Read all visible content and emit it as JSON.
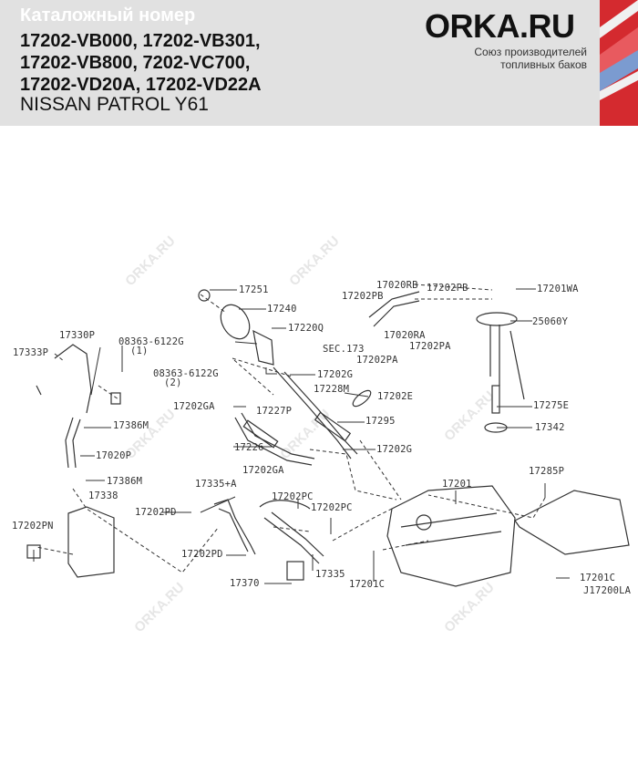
{
  "header": {
    "catalog_label": "Каталожный номер",
    "part_numbers": [
      "17202-VB000, 17202-VB301,",
      "17202-VB800, 7202-VC700,",
      "17202-VD20A, 17202-VD22A"
    ],
    "model": "NISSAN PATROL Y61",
    "logo": "ORKA.RU",
    "tagline": [
      "Союз производителей",
      "топливных баков"
    ]
  },
  "watermark": "ORKA.RU",
  "colors": {
    "header_bg": "#e1e1e1",
    "stripe_red": "#d42a2f",
    "stripe_blue": "#7b9bd0",
    "line": "#333333"
  },
  "labels": {
    "l17251": "17251",
    "l17240": "17240",
    "l17220q": "17220Q",
    "l17330p": "17330P",
    "l17333p": "17333P",
    "l08363a": "08363-6122G",
    "l08363a_q": "(1)",
    "l08363b": "08363-6122G",
    "l08363b_q": "(2)",
    "l17202g_top": "17202G",
    "l17202ga_top": "17202GA",
    "l17227p": "17227P",
    "l17228m": "17228M",
    "l17202e": "17202E",
    "l17295": "17295",
    "l17386m_top": "17386M",
    "l17020p": "17020P",
    "l17226": "17226",
    "l17202g_bot": "17202G",
    "l17202ga_bot": "17202GA",
    "l17386m_bot": "17386M",
    "l17335a": "17335+A",
    "l17338": "17338",
    "l17202pd_top": "17202PD",
    "l17202pc_a": "17202PC",
    "l17202pc_b": "17202PC",
    "l17202pn": "17202PN",
    "l17202pd_bot": "17202PD",
    "l17370": "17370",
    "l17335": "17335",
    "l17201c_a": "17201C",
    "l17201": "17201",
    "l17285p": "17285P",
    "l17201c_b": "17201C",
    "lj17200la": "J17200LA",
    "l17020rb": "17020RB",
    "l17202pb_a": "17202PB",
    "l17202pb_b": "17202PB",
    "l17201wa": "17201WA",
    "l25060y": "25060Y",
    "l17020ra": "17020RA",
    "lsec173": "SEC.173",
    "l17202pa_a": "17202PA",
    "l17202pa_b": "17202PA",
    "l17275e": "17275E",
    "l17342": "17342"
  }
}
